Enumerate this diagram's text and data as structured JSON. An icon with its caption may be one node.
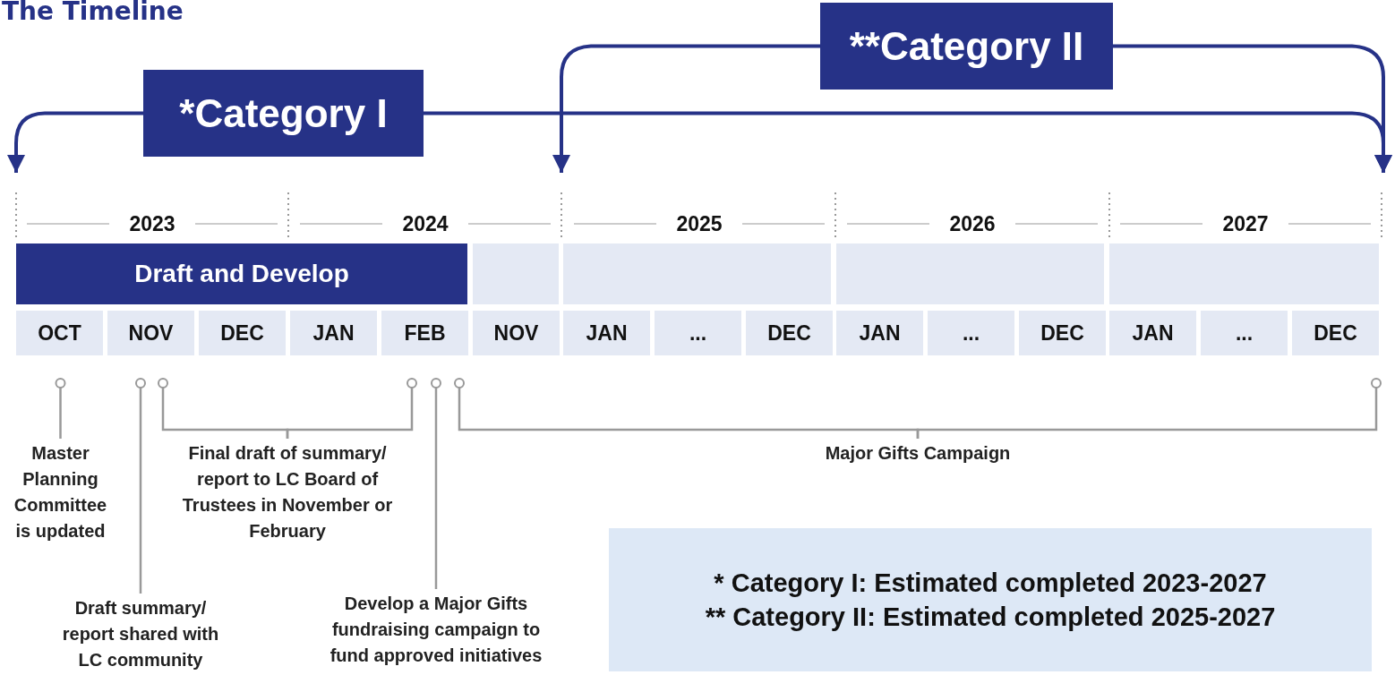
{
  "diagram": {
    "title": "The Timeline",
    "nodes": [
      {
        "text": [
          "*Category I"
        ]
      },
      {
        "text": [
          "**Category II"
        ]
      },
      {
        "text": [
          "Draft and Develop"
        ]
      },
      {
        "text": [],
        "shape": "bar"
      },
      {
        "text": [],
        "shape": "bar"
      },
      {
        "text": [],
        "shape": "bar"
      },
      {
        "text": [],
        "shape": "bar"
      },
      {
        "text": [
          "OCT"
        ]
      },
      {
        "text": [
          "NOV"
        ]
      },
      {
        "text": [
          "DEC"
        ]
      },
      {
        "text": [
          "JAN"
        ]
      },
      {
        "text": [
          "FEB"
        ]
      },
      {
        "text": [
          "NOV"
        ]
      },
      {
        "text": [
          "JAN"
        ]
      },
      {
        "text": [
          "..."
        ]
      },
      {
        "text": [
          "DEC"
        ]
      },
      {
        "text": [
          "JAN"
        ]
      },
      {
        "text": [
          "..."
        ]
      },
      {
        "text": [
          "DEC"
        ]
      },
      {
        "text": [
          "JAN"
        ]
      },
      {
        "text": [
          "..."
        ]
      },
      {
        "text": [
          "DEC"
        ]
      },
      {
        "text": [
          "Master Planning Committee is updated"
        ]
      },
      {
        "text": [
          "Final draft of summary/ report to LC Board of Trustees in November or February"
        ]
      },
      {
        "text": [
          "Major Gifts Campaign"
        ]
      },
      {
        "text": [
          "Draft summary/ report shared with LC community"
        ]
      },
      {
        "text": [
          "Develop a Major Gifts fundraising campaign to fund approved initiatives"
        ]
      },
      {
        "text": [
          "* Category I: Estimated completed 2023-2027",
          "** Category II: Estimated completed 2025-2027"
        ]
      }
    ],
    "edges": [
      {
        "from": 0,
        "to": null,
        "arrow": "to",
        "color": "#263287"
      },
      {
        "from": 0,
        "to": null,
        "arrow": "to",
        "color": "#263287"
      },
      {
        "from": 1,
        "to": null,
        "arrow": "to",
        "color": "#263287"
      },
      {
        "from": 1,
        "to": null,
        "arrow": "to",
        "color": "#263287"
      },
      {
        "from": 22,
        "to": 7,
        "arrow": "other"
      },
      {
        "from": 23,
        "to": 8,
        "arrow": "other"
      },
      {
        "from": 23,
        "to": 11,
        "arrow": "other"
      },
      {
        "from": 24,
        "to": 11,
        "arrow": "other"
      },
      {
        "from": 24,
        "to": 21,
        "arrow": "other"
      },
      {
        "from": 25,
        "to": 8,
        "arrow": "other"
      },
      {
        "from": 26,
        "to": 11,
        "arrow": "other"
      }
    ],
    "labels": [
      "2023",
      "2024",
      "2025",
      "2026",
      "2027"
    ]
  }
}
